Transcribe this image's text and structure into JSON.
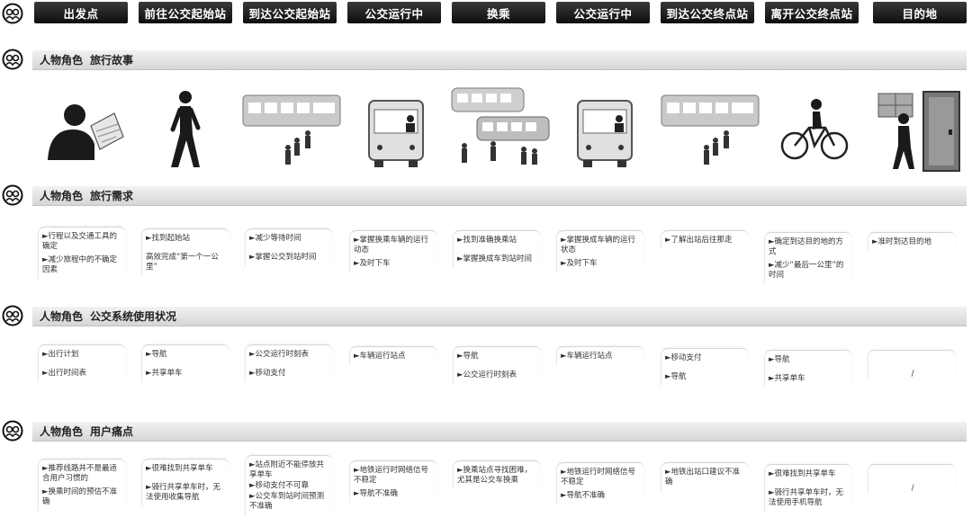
{
  "stages": [
    "出发点",
    "前往公交起始站",
    "到达公交起始站",
    "公交运行中",
    "换乘",
    "公交运行中",
    "到达公交终点站",
    "离开公交终点站",
    "目的地"
  ],
  "sections": {
    "story": {
      "a": "人物角色",
      "b": "旅行故事"
    },
    "needs": {
      "a": "人物角色",
      "b": "旅行需求"
    },
    "usage": {
      "a": "人物角色",
      "b": "公交系统使用状况"
    },
    "pain": {
      "a": "人物角色",
      "b": "用户痛点"
    }
  },
  "illustrations": [
    "reading-map",
    "walking",
    "bus-stop",
    "bus-front",
    "metro-transfer",
    "bus-front",
    "bus-stop",
    "cycling",
    "door-arrival"
  ],
  "needs": [
    [
      "►行程以及交通工具的确定",
      "►减少旅程中的不确定因素"
    ],
    [
      "►找到起始站",
      "高效完成“第一个一公里”"
    ],
    [
      "►减少等待时间",
      "►掌握公交到站时间"
    ],
    [
      "►掌握换乘车辆的运行动态",
      "►及时下车"
    ],
    [
      "►找到准确换乘站",
      "►掌握换成车到站时间"
    ],
    [
      "►掌握换成车辆的运行状态",
      "►及时下车"
    ],
    [
      "►了解出站后往那走"
    ],
    [
      "►确定到达目的地的方式",
      "►减少“最后一公里”的时间"
    ],
    [
      "►准时到达目的地"
    ]
  ],
  "usage": [
    [
      "►出行计划",
      "►出行时间表"
    ],
    [
      "►导航",
      "►共享单车"
    ],
    [
      "►公交运行时刻表",
      "►移动支付"
    ],
    [
      "►车辆运行站点"
    ],
    [
      "►导航",
      "►公交运行时刻表"
    ],
    [
      "►车辆运行站点"
    ],
    [
      "►移动支付",
      "►导航"
    ],
    [
      "►导航",
      "►共享单车"
    ],
    [
      "/"
    ]
  ],
  "pain": [
    [
      "►推荐线路并不是最适合用户习惯的",
      "►换乘时间的预估不准确"
    ],
    [
      "►很难找到共享单车",
      "►骑行共享单车时，无法使用收集导航"
    ],
    [
      "►站点附近不能停放共享单车",
      "►移动支付不可靠",
      "►公交车到站时间预测不准确"
    ],
    [
      "►地铁运行时网络信号不稳定",
      "►导航不准确"
    ],
    [
      "►换乘站点寻找困难，尤其是公交车换乘"
    ],
    [
      "►地铁运行时网络信号不稳定",
      "►导航不准确"
    ],
    [
      "►地铁出站口建议不准确"
    ],
    [
      "►很难找到共享单车",
      "►骑行共享单车时，无法使用手机导航"
    ],
    [
      "/"
    ]
  ]
}
